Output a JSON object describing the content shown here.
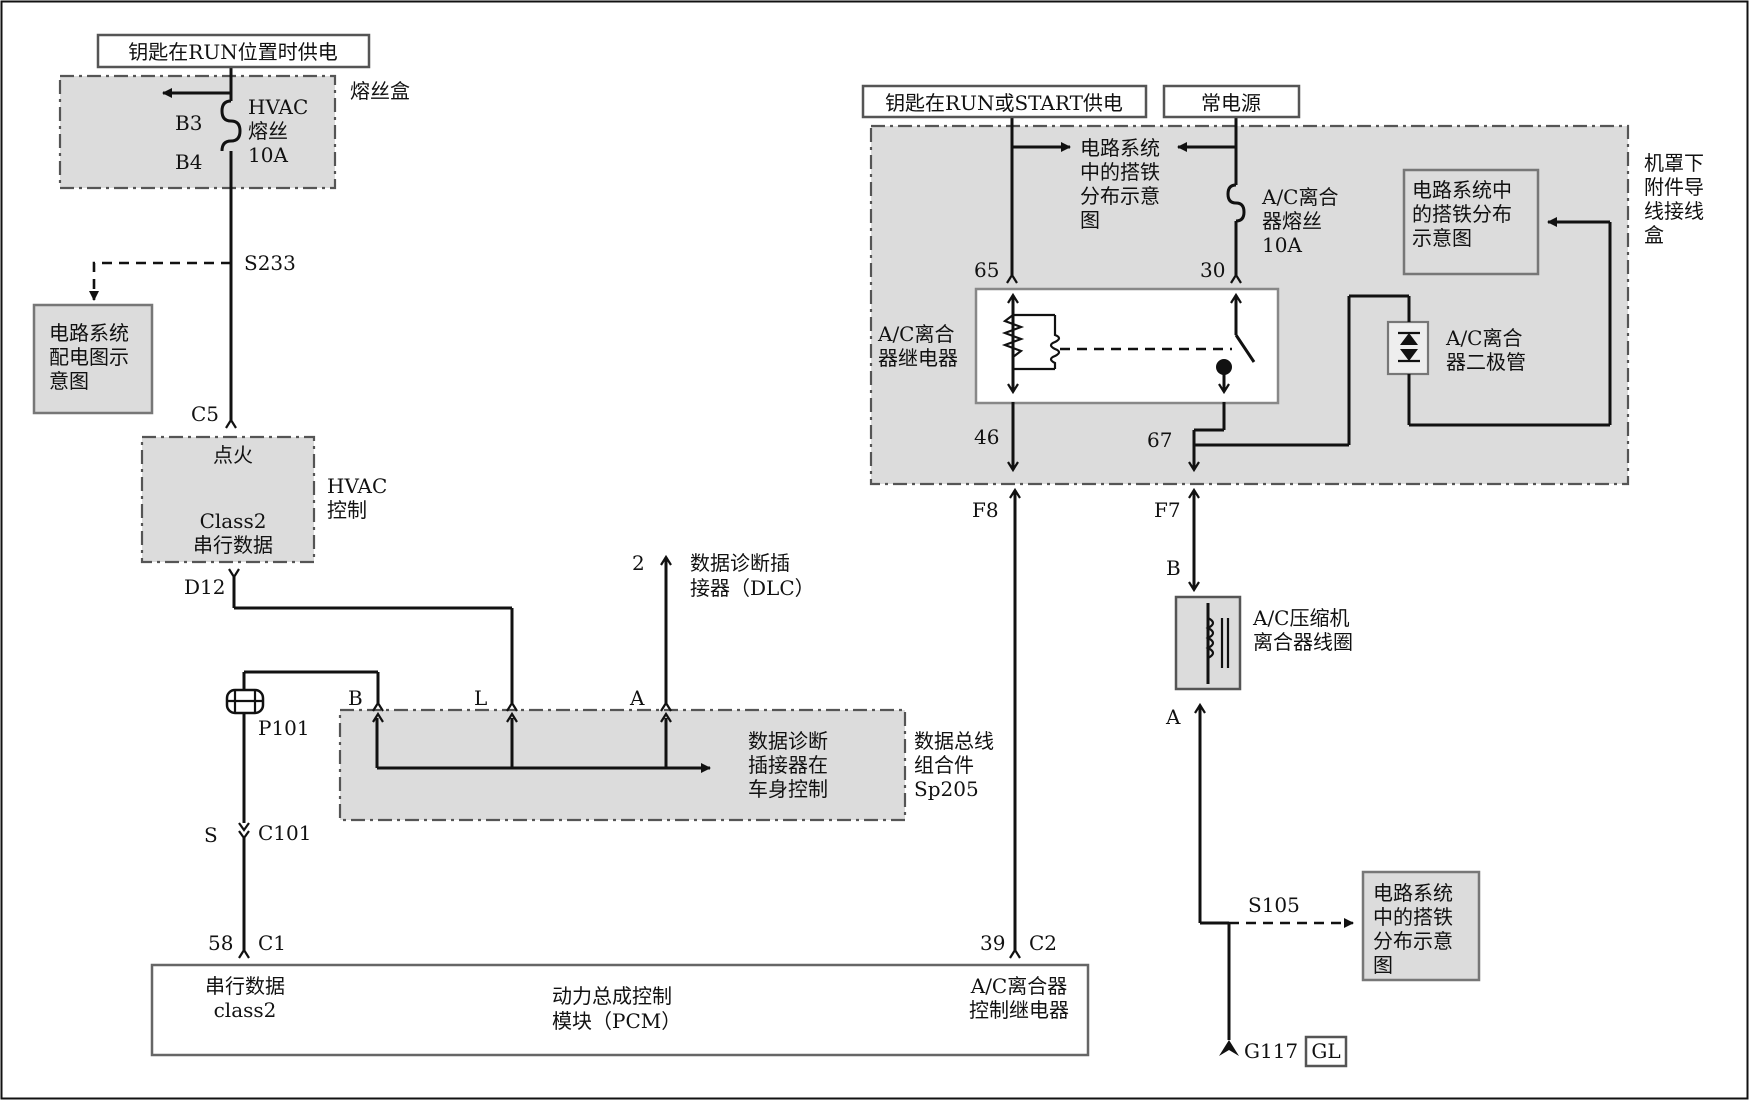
{
  "power_sources": {
    "key_run_power": "钥匙在RUN位置时供电",
    "key_run_start_power": "钥匙在RUN或START供电",
    "constant_power": "常电源"
  },
  "fuse_box": {
    "title": "熔丝盒",
    "terminal_b3": "B3",
    "terminal_b4": "B4",
    "fuse_line1": "HVAC",
    "fuse_line2": "熔丝",
    "fuse_line3": "10A"
  },
  "splices": {
    "s233": "S233",
    "s105": "S105"
  },
  "ground_reference": {
    "left_line1": "电路系统",
    "left_line2": "配电图示",
    "left_line3": "意图",
    "right_line1": "电路系统",
    "right_line2": "中的搭铁",
    "right_line3": "分布示意",
    "right_line4": "图",
    "box_line1": "电路系统中",
    "box_line2": "的搭铁分布",
    "box_line3": "示意图",
    "top_line1": "电路系统",
    "top_line2": "中的搭铁",
    "top_line3": "分布示意",
    "top_line4": "图"
  },
  "hvac_control": {
    "connector_c5": "C5",
    "ignition": "点火",
    "class2_line1": "Class2",
    "class2_line2": "串行数据",
    "title_line1": "HVAC",
    "title_line2": "控制",
    "connector_d12": "D12"
  },
  "dlc": {
    "pin": "2",
    "title_line1": "数据诊断插",
    "title_line2": "接器（DLC）"
  },
  "data_bus": {
    "pin_b": "B",
    "pin_l": "L",
    "pin_a": "A",
    "inner_line1": "数据诊断",
    "inner_line2": "插接器在",
    "inner_line3": "车身控制",
    "title_line1": "数据总线",
    "title_line2": "组合件",
    "title_line3": "Sp205"
  },
  "inline_connectors": {
    "p101": "P101",
    "pin_s": "S",
    "c101": "C101"
  },
  "pcm": {
    "pin_58": "58",
    "c1": "C1",
    "pin_39": "39",
    "c2": "C2",
    "serial_line1": "串行数据",
    "serial_line2": "class2",
    "title_line1": "动力总成控制",
    "title_line2": "模块（PCM）",
    "relay_line1": "A/C离合器",
    "relay_line2": "控制继电器"
  },
  "underhood_box": {
    "title_line1": "机罩下",
    "title_line2": "附件导",
    "title_line3": "线接线",
    "title_line4": "盒",
    "pin_65": "65",
    "pin_30": "30",
    "pin_46": "46",
    "pin_67": "67",
    "fuse_line1": "A/C离合",
    "fuse_line2": "器熔丝",
    "fuse_line3": "10A",
    "relay_line1": "A/C离合",
    "relay_line2": "器继电器",
    "diode_line1": "A/C离合",
    "diode_line2": "器二极管"
  },
  "compressor": {
    "f8": "F8",
    "f7": "F7",
    "pin_b": "B",
    "pin_a": "A",
    "title_line1": "A/C压缩机",
    "title_line2": "离合器线圈"
  },
  "ground": {
    "label": "G117",
    "tag": "GL"
  }
}
